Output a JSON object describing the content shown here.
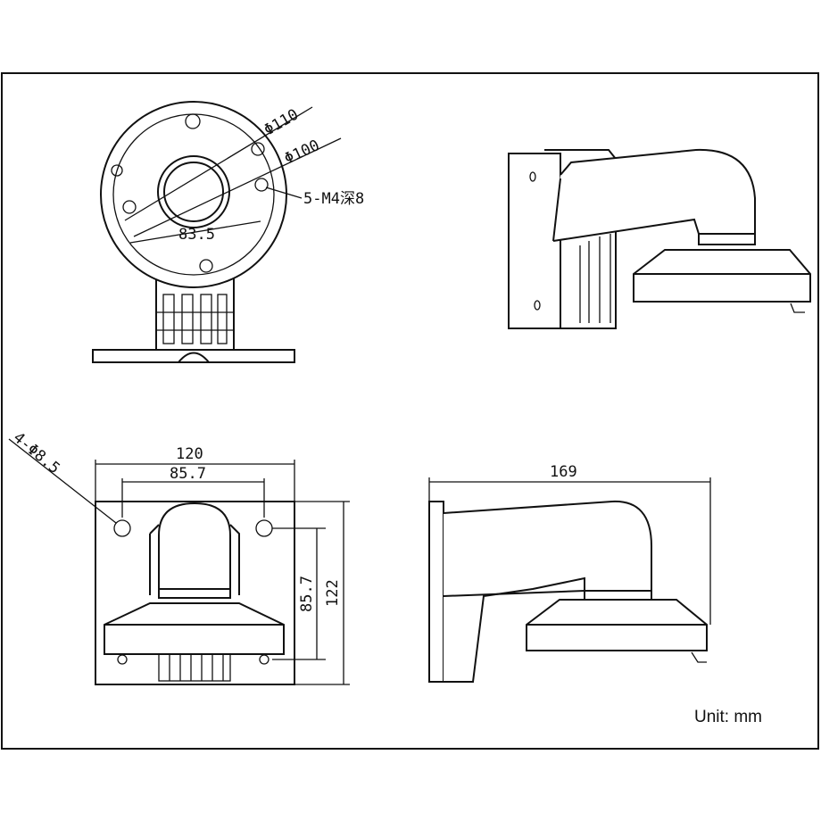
{
  "top_view": {
    "dia_outer": "Φ110",
    "dia_inner": "Φ100",
    "hole_spec": "5-M4深8",
    "hole_span": "83.5"
  },
  "front_view": {
    "hole_spec": "4-Φ8.5",
    "width": "120",
    "hole_width": "85.7",
    "hole_height": "85.7",
    "height": "122"
  },
  "side_view": {
    "depth": "169"
  },
  "unit_label": "Unit: mm"
}
